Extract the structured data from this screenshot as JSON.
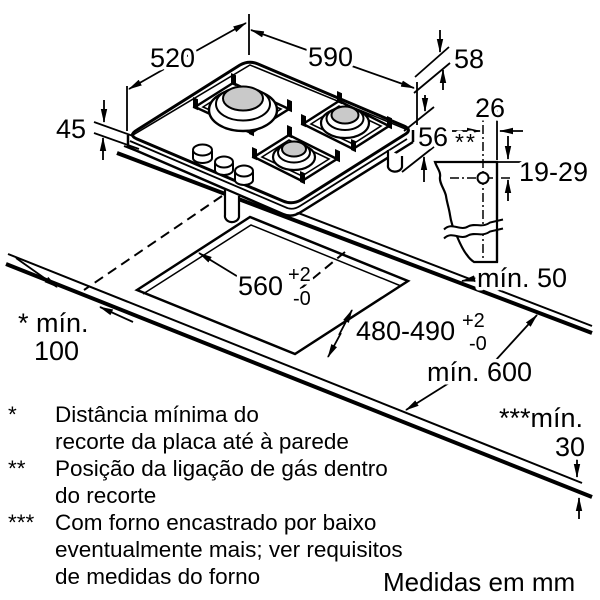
{
  "diagram": {
    "kind": "gas-hob-installation-drawing",
    "units_note": "Medidas em mm",
    "dims": {
      "hob_width": "590",
      "hob_depth": "520",
      "hob_height": "45",
      "height_with_supports": "58",
      "installation_depth": "56",
      "gas_marker": "**",
      "gas_offset_horizontal": "26",
      "gas_offset_vertical": "19-29",
      "cutout_width": "560",
      "cutout_depth": "480-490",
      "tol_plus": "+2",
      "tol_minus": "-0",
      "min_wall_label": "* mín.",
      "min_wall_value": "100",
      "min_side": "mín. 50",
      "min_worktop_depth": "mín. 600",
      "min_thickness_label": "***mín.",
      "min_thickness_value": "30"
    }
  },
  "footnotes": [
    {
      "marker": "*",
      "lines": [
        "Distância mínima do",
        "recorte da placa até à parede"
      ]
    },
    {
      "marker": "**",
      "lines": [
        "Posição da ligação de gás dentro",
        "do recorte"
      ]
    },
    {
      "marker": "***",
      "lines": [
        "Com forno encastrado por baixo",
        "eventualmente mais; ver requisitos",
        "de medidas do forno"
      ]
    }
  ]
}
